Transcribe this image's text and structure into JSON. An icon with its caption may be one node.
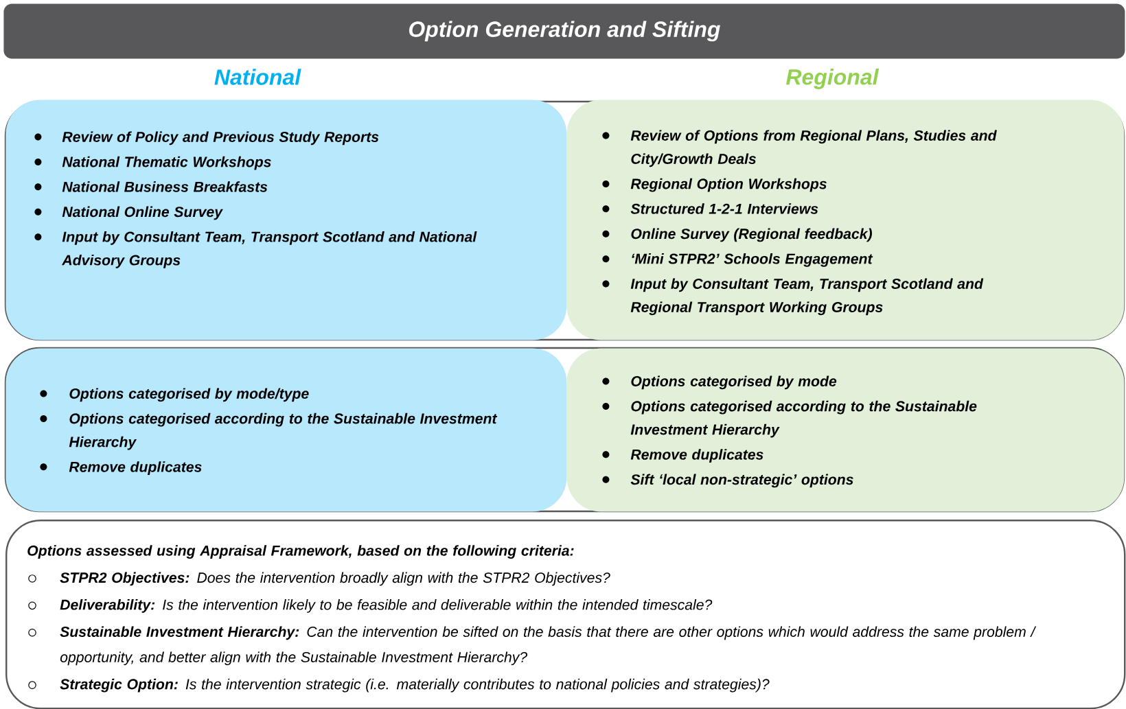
{
  "diagram": {
    "title": "Option Generation and Sifting",
    "nodes": [
      {
        "text": [
          "Review of Policy and Previous Study Reports",
          "National Thematic Workshops",
          "National Business Breakfasts",
          "National Online Survey",
          "Input by Consultant Team, Transport Scotland and National Advisory Groups"
        ]
      },
      {
        "text": [
          "Review of Options from Regional Plans, Studies and City/Growth Deals",
          "Regional Option Workshops",
          "Structured 1-2-1 Interviews",
          "Online Survey (Regional feedback)",
          "‘Mini STPR2’ Schools Engagement",
          "Input by Consultant Team, Transport Scotland and Regional Transport Working Groups"
        ]
      },
      {
        "text": [
          "Options categorised by mode/type",
          "Options categorised according to the Sustainable Investment Hierarchy",
          "Remove duplicates"
        ]
      },
      {
        "text": [
          "Options categorised by mode",
          "Options categorised according to the Sustainable Investment Hierarchy",
          "Remove duplicates",
          "Sift ‘local non-strategic’ options"
        ]
      },
      {
        "text": [
          "Options assessed using Appraisal Framework, based on the following criteria:",
          "**STPR2 Objectives:** Does the intervention broadly align with the STPR2 Objectives?",
          "**Deliverability:** Is the intervention likely to be feasible and deliverable within the intended timescale?",
          "**Sustainable Investment Hierarchy:** Can the intervention be sifted on the basis that there are other options which would address the same problem / opportunity, and better align with the Sustainable Investment Hierarchy?",
          "**Strategic Option:** Is the intervention strategic (i.e. materially contributes to national policies and strategies)?"
        ]
      }
    ],
    "labels": [
      "National",
      "Regional"
    ]
  }
}
